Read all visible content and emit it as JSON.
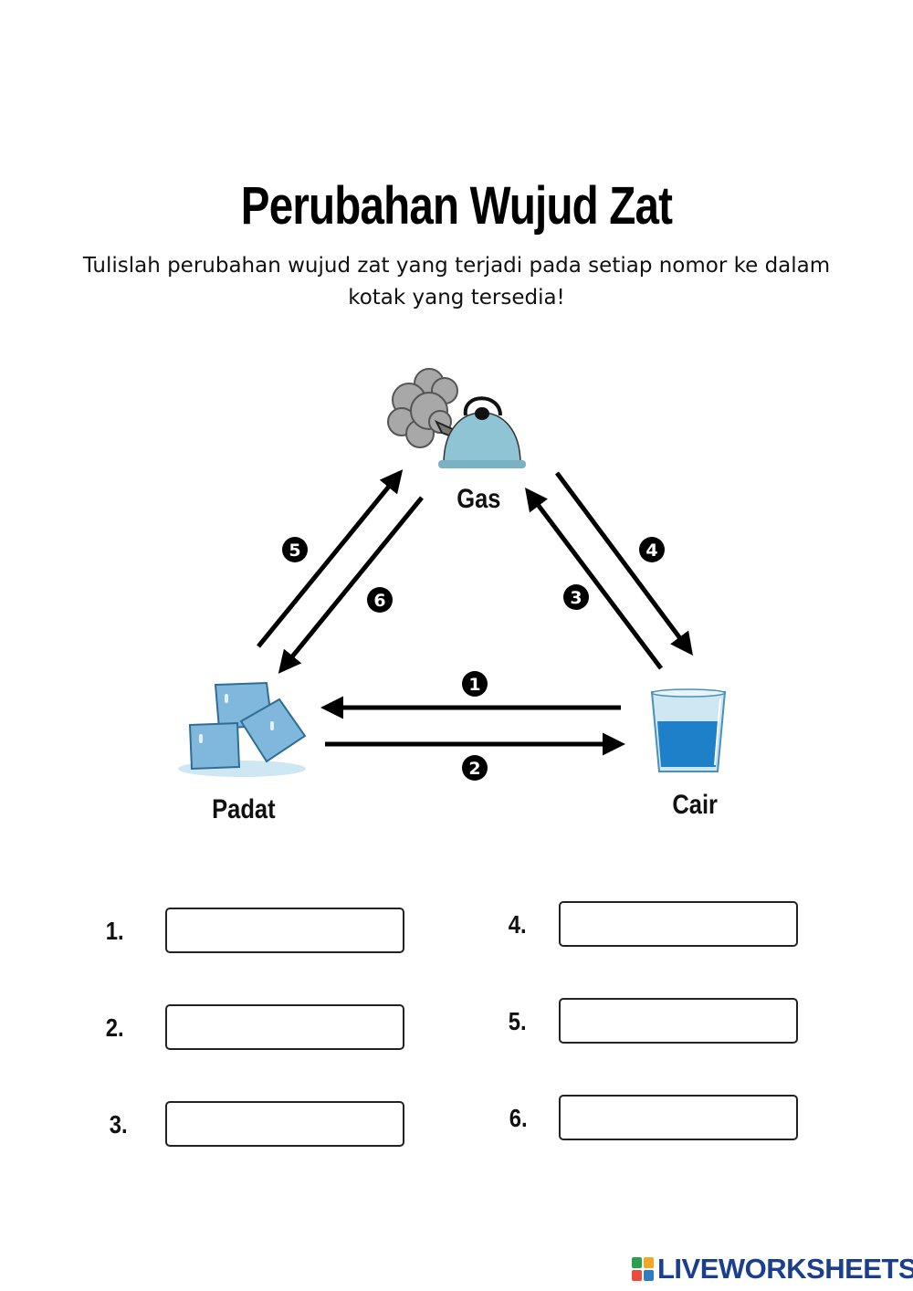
{
  "worksheet": {
    "title": "Perubahan Wujud Zat",
    "instruction": "Tulislah perubahan wujud zat yang terjadi pada setiap nomor ke dalam kotak yang tersedia!"
  },
  "diagram": {
    "states": {
      "gas": "Gas",
      "solid": "Padat",
      "liquid": "Cair"
    },
    "arrow_numbers": [
      "1",
      "2",
      "3",
      "4",
      "5",
      "6"
    ],
    "icons": [
      "steaming-kettle-icon",
      "ice-cubes-icon",
      "water-glass-icon"
    ],
    "colors": {
      "ice": "#7fb8dc",
      "water": "#1e80c8",
      "kettle": "#8ec4d4",
      "steam": "#a8a8a8"
    }
  },
  "answers": [
    {
      "label": "1.",
      "value": ""
    },
    {
      "label": "2.",
      "value": ""
    },
    {
      "label": "3.",
      "value": ""
    },
    {
      "label": "4.",
      "value": ""
    },
    {
      "label": "5.",
      "value": ""
    },
    {
      "label": "6.",
      "value": ""
    }
  ],
  "branding": {
    "logo_text": "LIVEWORKSHEETS"
  }
}
